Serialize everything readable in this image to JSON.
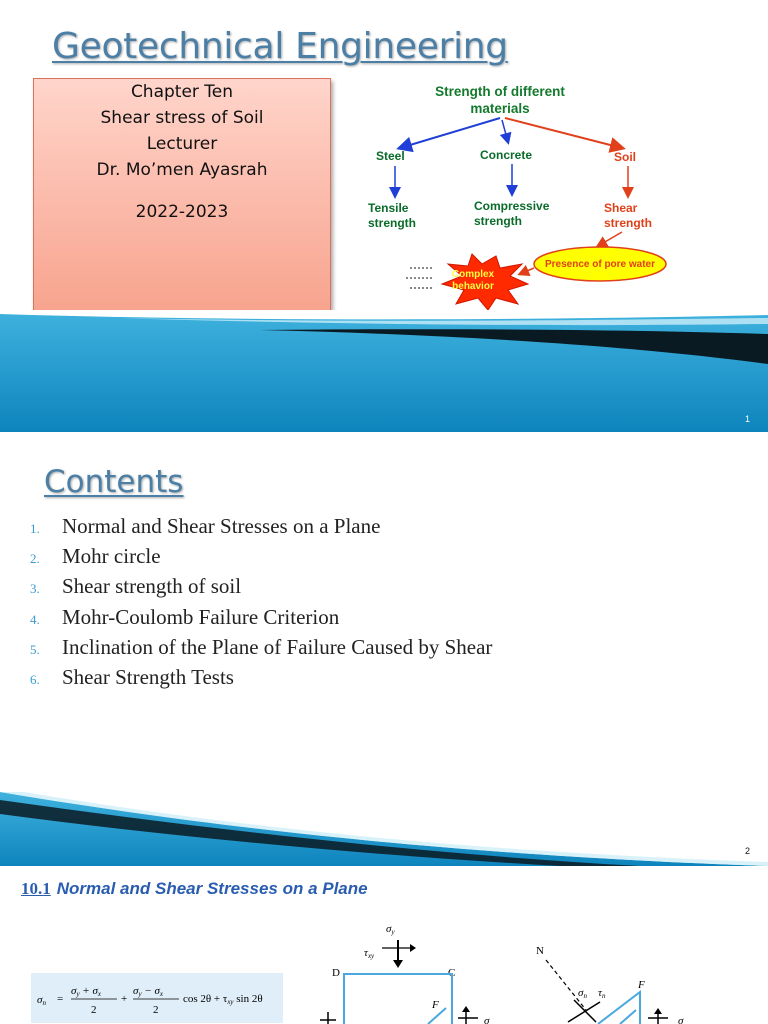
{
  "slide1": {
    "title": "Geotechnical Engineering",
    "box": {
      "chapter": "Chapter Ten",
      "topic": "Shear stress of Soil",
      "role": "Lecturer",
      "name": "Dr. Mo’men Ayasrah",
      "years": "2022-2023"
    },
    "diagram": {
      "root": [
        "Strength of different",
        "materials"
      ],
      "steel": "Steel",
      "concrete": "Concrete",
      "soil": "Soil",
      "tensile": [
        "Tensile",
        "strength"
      ],
      "compressive": [
        "Compressive",
        "strength"
      ],
      "shear": [
        "Shear",
        "strength"
      ],
      "complex": [
        "Complex",
        "behavior"
      ],
      "pore": "Presence of pore water"
    },
    "page": "1"
  },
  "slide2": {
    "title": "Contents",
    "items": [
      {
        "num": "1.",
        "text": "Normal and Shear Stresses on a Plane"
      },
      {
        "num": "2.",
        "text": "Mohr circle"
      },
      {
        "num": "3.",
        "text": "Shear strength of soil"
      },
      {
        "num": "4.",
        "text": "Mohr-Coulomb Failure Criterion"
      },
      {
        "num": "5.",
        "text": "Inclination of the Plane of Failure Caused by Shear"
      },
      {
        "num": "6.",
        "text": "Shear Strength Tests"
      }
    ],
    "page": "2"
  },
  "slide3": {
    "section_number": "10.1",
    "section_title": "Normal and Shear Stresses on a Plane",
    "formula": {
      "lhs": "σ",
      "lhs_sub": "n",
      "frac1_num": "σ",
      "frac1_num_sub1": "y",
      "frac1_num_mid": " + σ",
      "frac1_num_sub2": "x",
      "frac_den": "2",
      "frac2_num": "σ",
      "frac2_num_sub1": "y",
      "frac2_num_mid": " − σ",
      "frac2_num_sub2": "x",
      "tail1": "cos 2θ + τ",
      "tail_sub": "xy",
      "tail2": " sin 2θ"
    },
    "fig_left": {
      "D": "D",
      "C": "C",
      "F": "F",
      "sigma_y": "σ",
      "sigma_y_sub": "y",
      "tau": "τ",
      "tau_sub": "xy"
    },
    "fig_right": {
      "N": "N",
      "F": "F",
      "sigma_n": "σ",
      "sigma_n_sub": "n",
      "tau_n": "τ",
      "tau_n_sub": "n"
    }
  }
}
